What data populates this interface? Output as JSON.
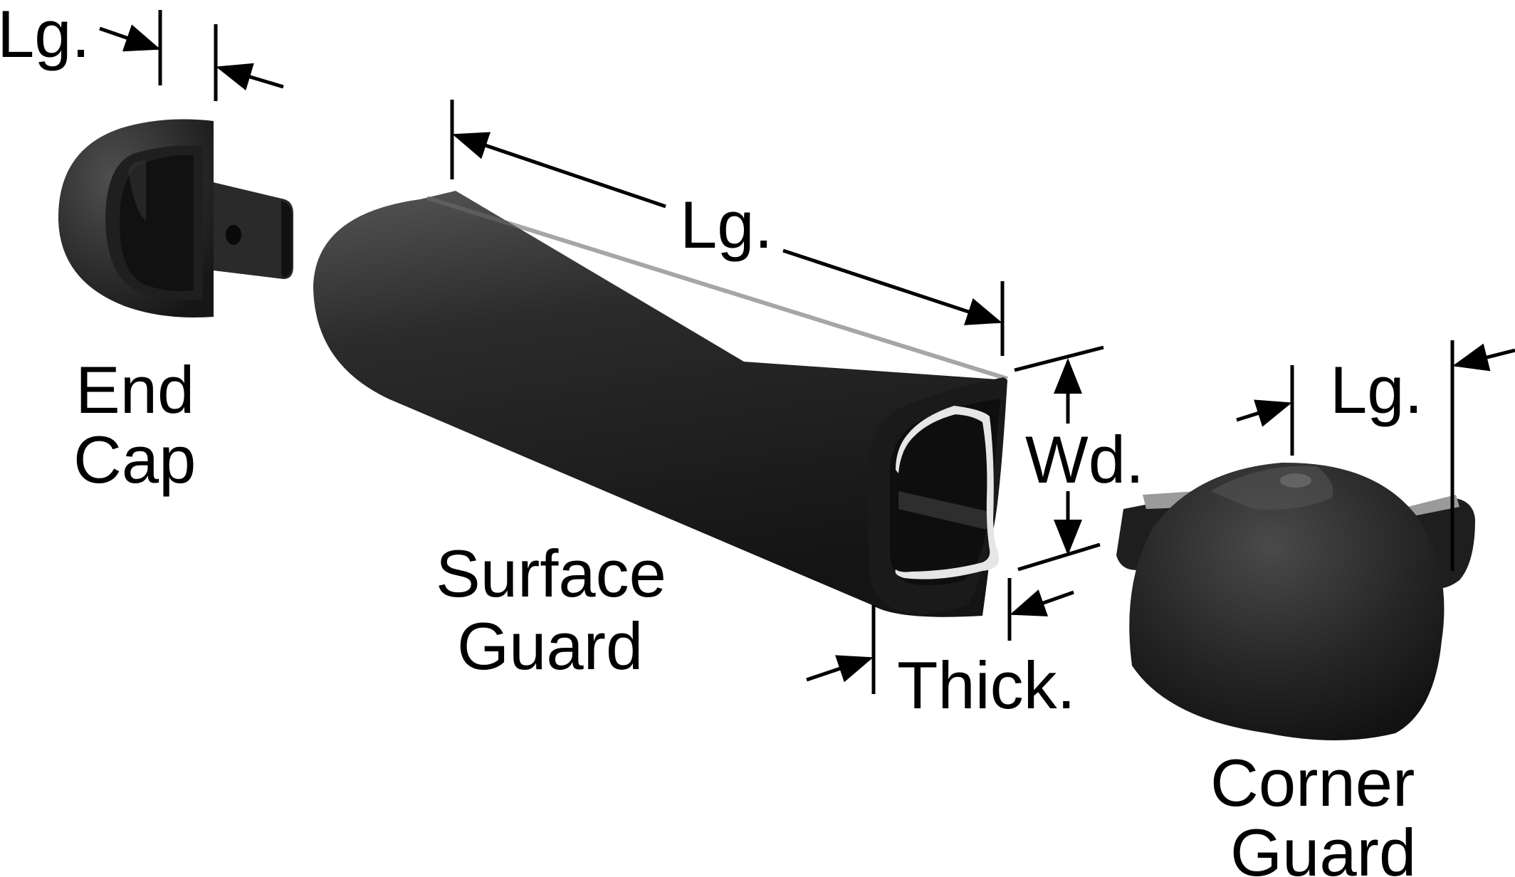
{
  "labels": {
    "end_cap_length": "Lg.",
    "end_cap_line1": "End",
    "end_cap_line2": "Cap",
    "surface_guard_length": "Lg.",
    "surface_guard_width": "Wd.",
    "surface_guard_thickness": "Thick.",
    "surface_guard_line1": "Surface",
    "surface_guard_line2": "Guard",
    "corner_guard_length": "Lg.",
    "corner_guard_line1": "Corner",
    "corner_guard_line2": "Guard"
  },
  "colors": {
    "rubber_dark": "#1b1b1b",
    "rubber_mid": "#3a3a3a",
    "insert_light": "#e6e6e6",
    "ink": "#000000"
  }
}
